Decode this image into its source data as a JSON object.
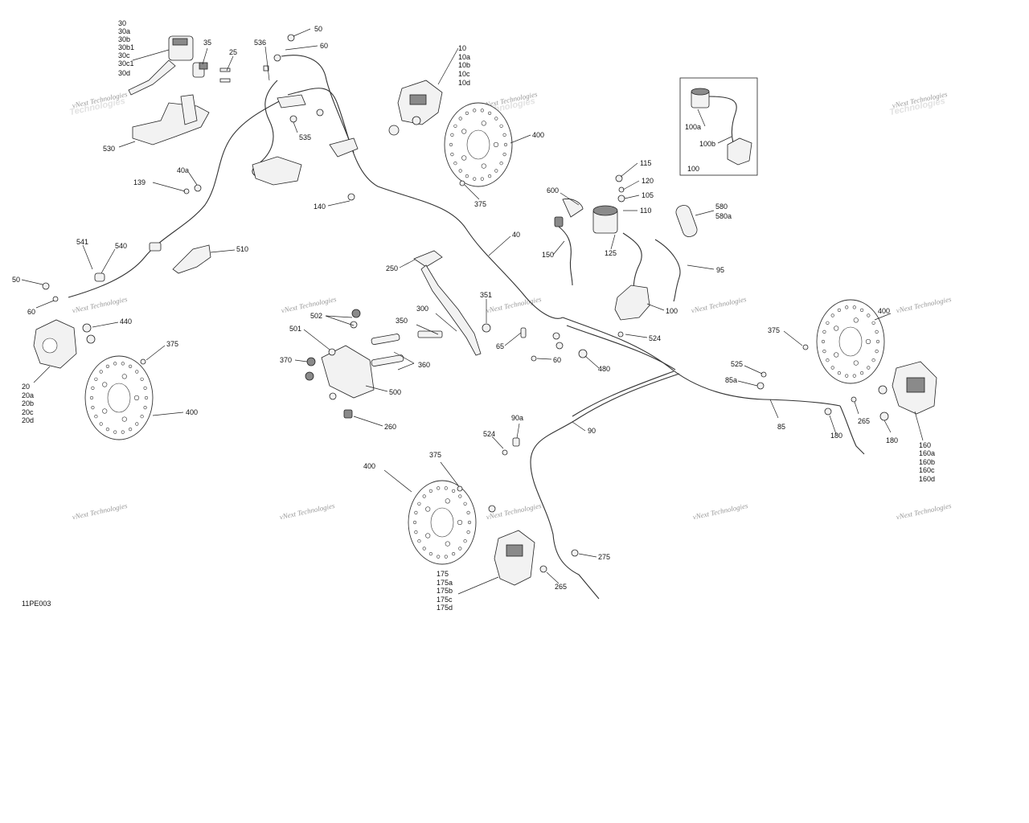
{
  "diagram_code": "11PE003",
  "watermark_text": "vNext Technologies",
  "inset_label": "100",
  "callouts": {
    "c30": "30",
    "c30a": "30a",
    "c30b": "30b",
    "c30b1": "30b1",
    "c30c": "30c",
    "c30c1": "30c1",
    "c30d": "30d",
    "c35": "35",
    "c25": "25",
    "c530": "530",
    "c536": "536",
    "c50_top": "50",
    "c60_top": "60",
    "c535": "535",
    "c10": "10",
    "c10a": "10a",
    "c10b": "10b",
    "c10c": "10c",
    "c10d": "10d",
    "c400_top": "400",
    "c375_top": "375",
    "c100a": "100a",
    "c100b": "100b",
    "c139": "139",
    "c40a": "40a",
    "c140": "140",
    "c600": "600",
    "c150": "150",
    "c115": "115",
    "c120": "120",
    "c105": "105",
    "c110": "110",
    "c125": "125",
    "c580": "580",
    "c580a": "580a",
    "c95": "95",
    "c100": "100",
    "c40": "40",
    "c541": "541",
    "c540": "540",
    "c510": "510",
    "c50_left": "50",
    "c60_left": "60",
    "c440": "440",
    "c375_left": "375",
    "c20": "20",
    "c20a": "20a",
    "c20b": "20b",
    "c20c": "20c",
    "c20d": "20d",
    "c400_left": "400",
    "c250": "250",
    "c300": "300",
    "c351": "351",
    "c350": "350",
    "c65": "65",
    "c60_mid": "60",
    "c480": "480",
    "c524_mid": "524",
    "c502": "502",
    "c501": "501",
    "c370": "370",
    "c360": "360",
    "c500": "500",
    "c260": "260",
    "c400_right": "400",
    "c375_right": "375",
    "c525": "525",
    "c85a": "85a",
    "c85": "85",
    "c265_right": "265",
    "c180_a": "180",
    "c180_b": "180",
    "c160": "160",
    "c160a": "160a",
    "c160b": "160b",
    "c160c": "160c",
    "c160d": "160d",
    "c90a": "90a",
    "c524_low": "524",
    "c90": "90",
    "c400_bottom": "400",
    "c375_bottom": "375",
    "c275": "275",
    "c265_bottom": "265",
    "c175": "175",
    "c175a": "175a",
    "c175b": "175b",
    "c175c": "175c",
    "c175d": "175d"
  }
}
